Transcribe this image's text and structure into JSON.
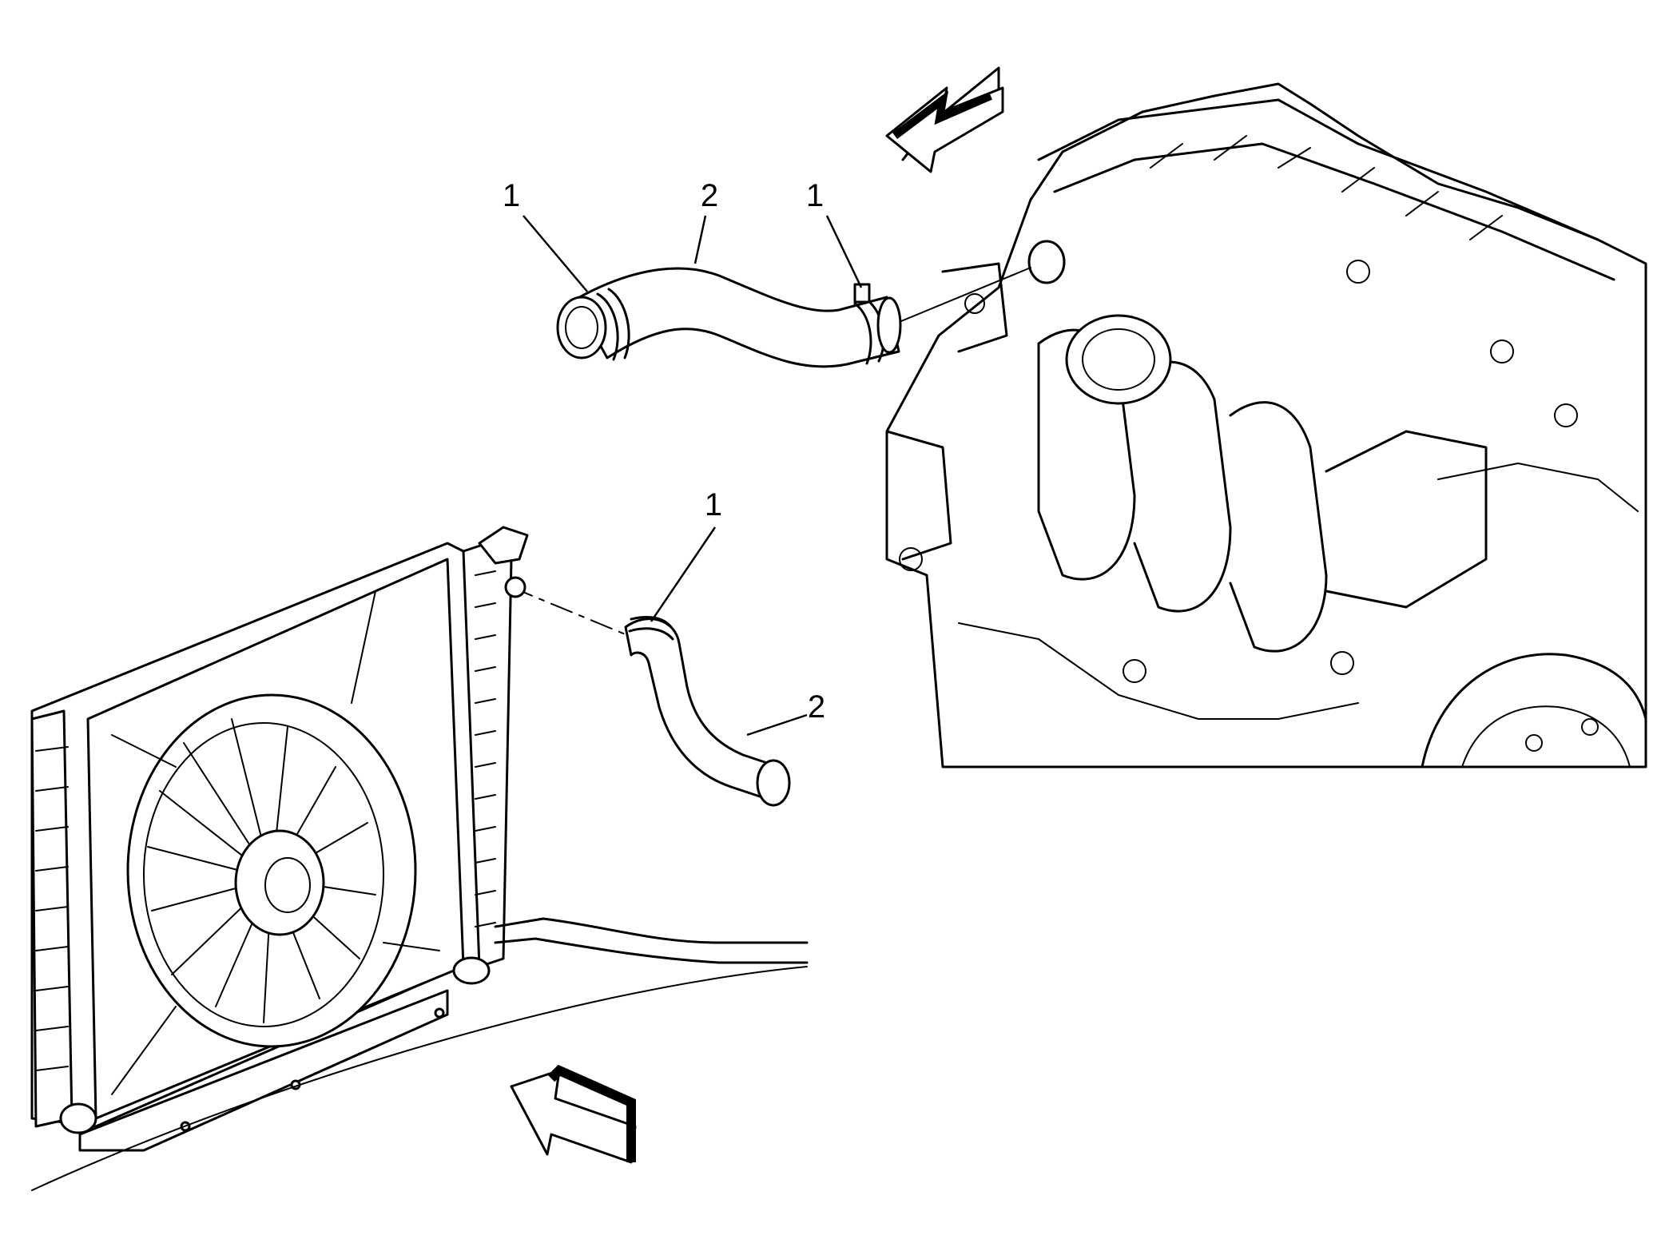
{
  "callouts": {
    "upper_clamp_left": "1",
    "upper_hose": "2",
    "upper_clamp_right": "1",
    "lower_clamp": "1",
    "lower_hose": "2"
  },
  "icons": {
    "front_arrow_top": "view-direction-arrow",
    "front_arrow_bottom": "view-direction-arrow"
  },
  "colors": {
    "line": "#000000",
    "background": "#ffffff"
  }
}
